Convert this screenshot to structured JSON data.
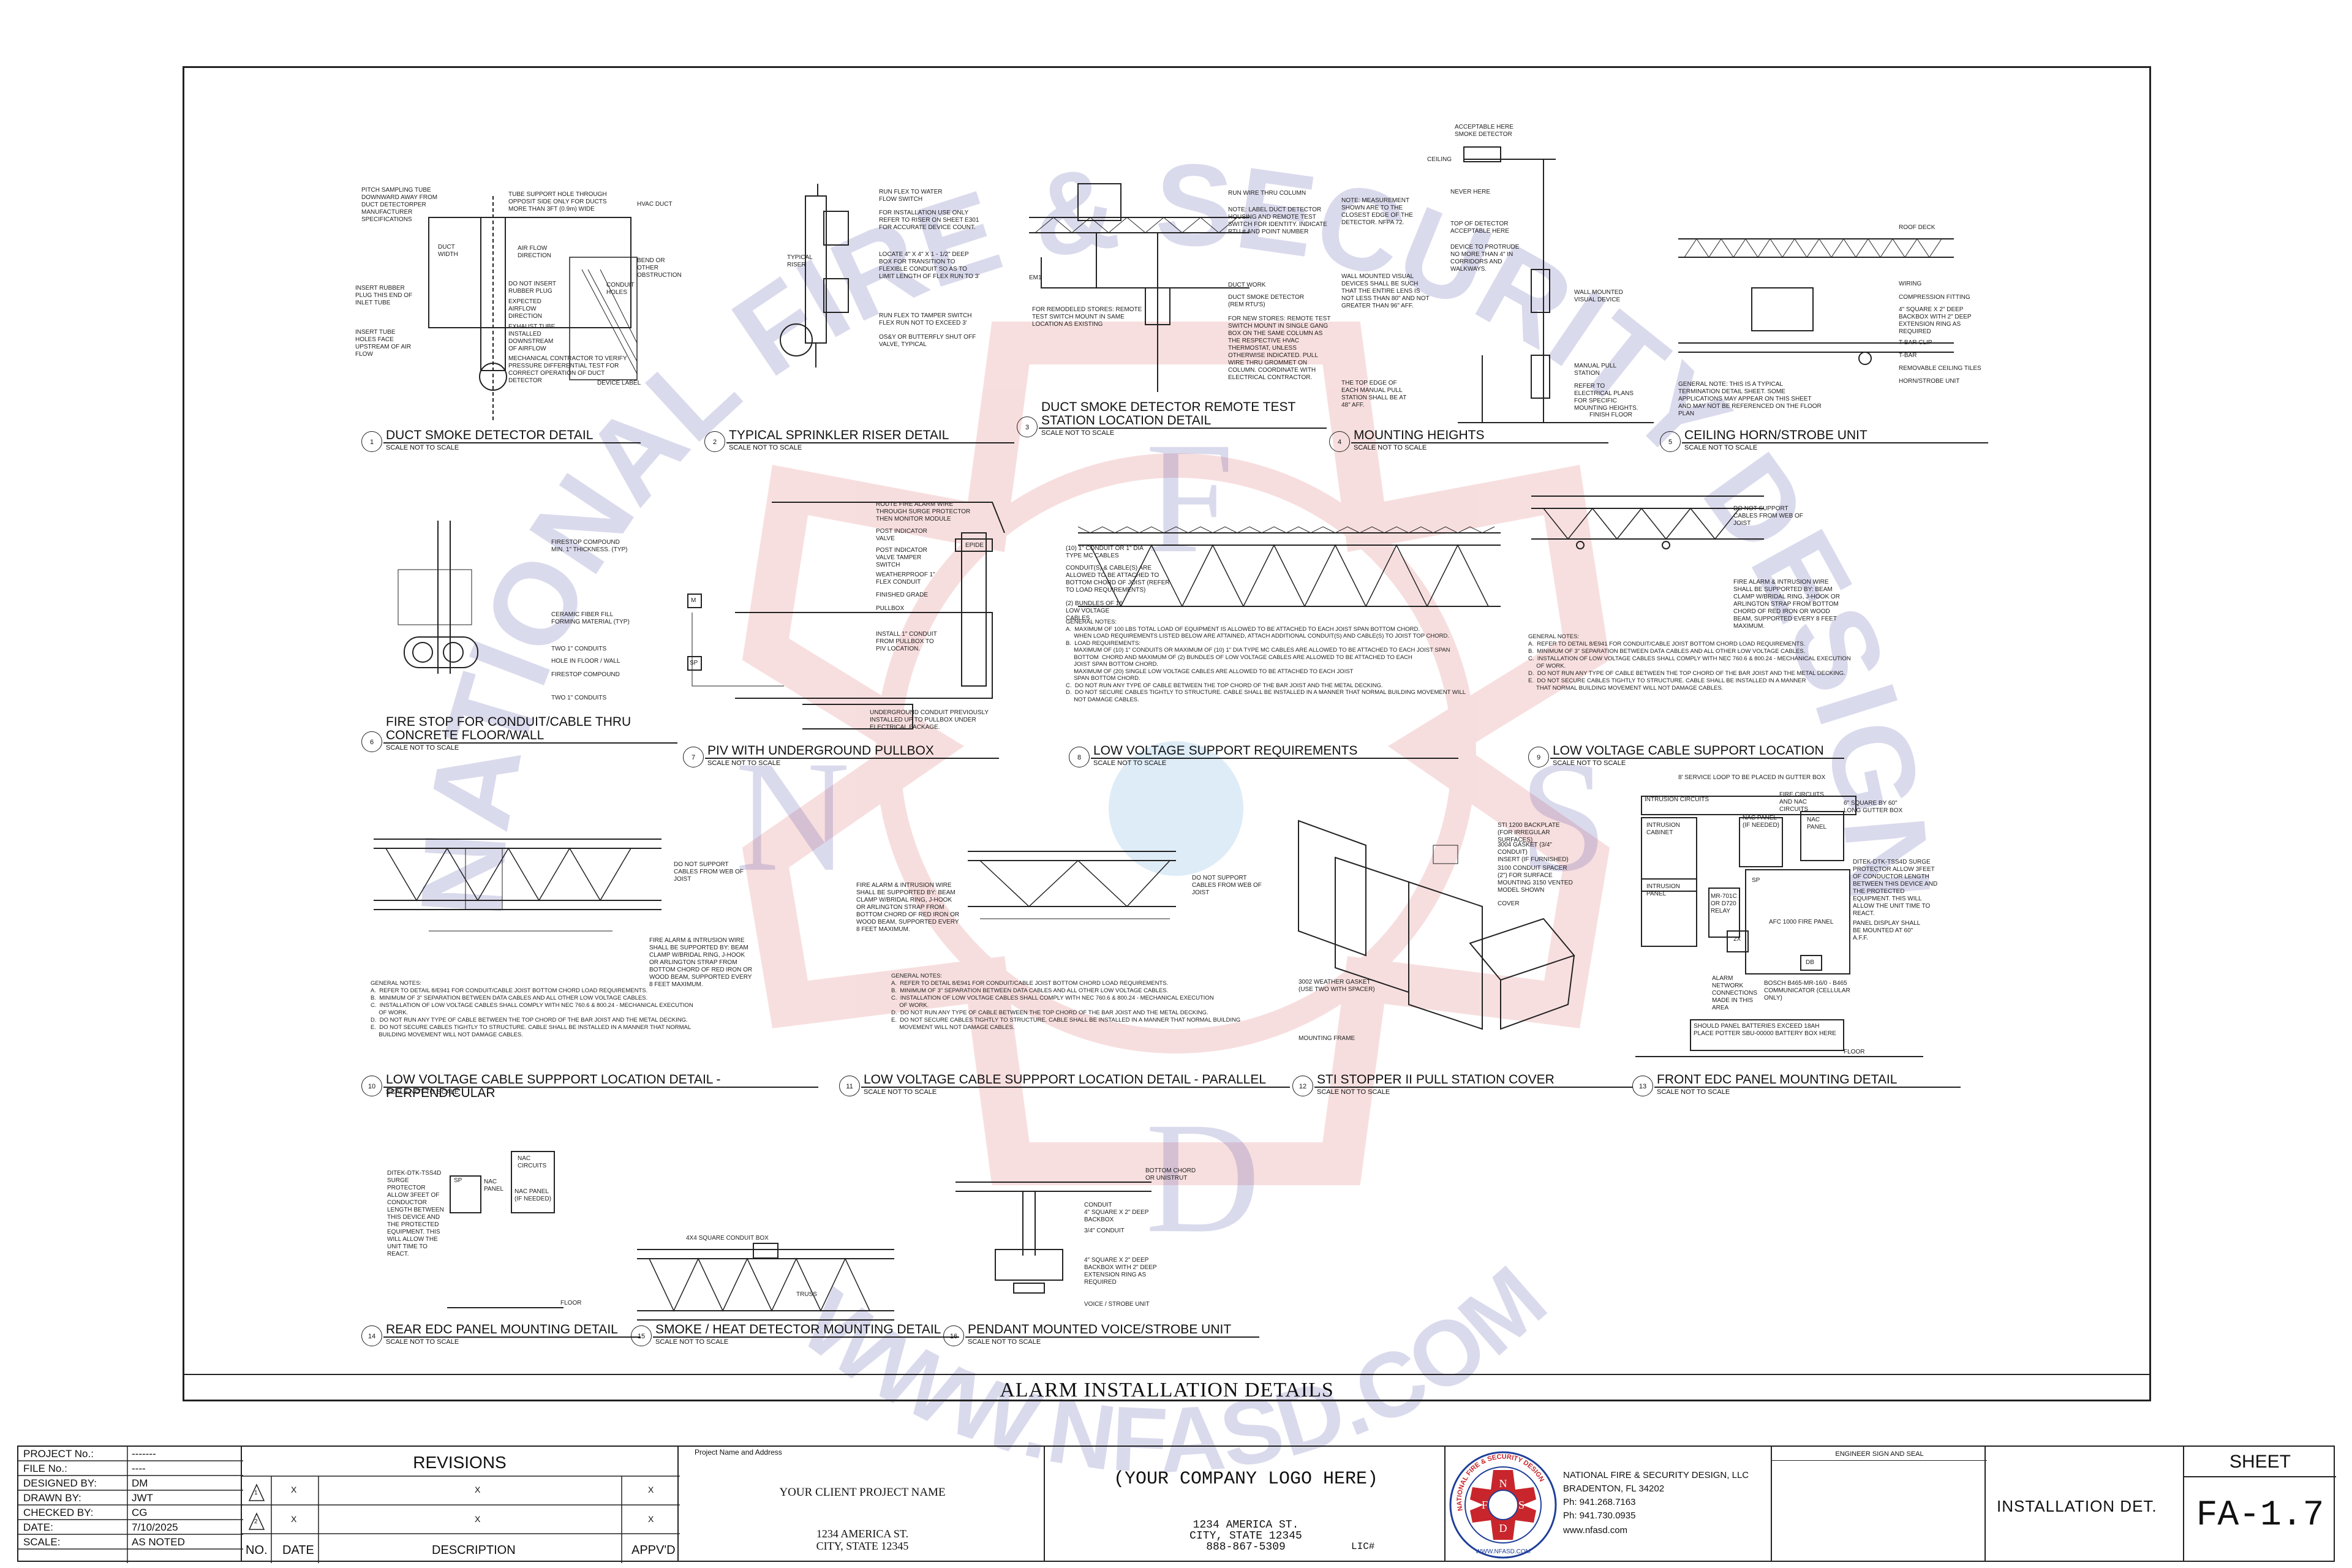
{
  "sheet_title": "ALARM INSTALLATION DETAILS",
  "scale_note": "SCALE NOT TO SCALE",
  "details": [
    {
      "num": "1",
      "title": "DUCT SMOKE DETECTOR DETAIL"
    },
    {
      "num": "2",
      "title": "TYPICAL SPRINKLER RISER DETAIL"
    },
    {
      "num": "3",
      "title": "DUCT SMOKE DETECTOR REMOTE TEST STATION LOCATION DETAIL"
    },
    {
      "num": "4",
      "title": "MOUNTING HEIGHTS"
    },
    {
      "num": "5",
      "title": "CEILING HORN/STROBE UNIT"
    },
    {
      "num": "6",
      "title": "FIRE STOP FOR CONDUIT/CABLE THRU CONCRETE FLOOR/WALL"
    },
    {
      "num": "7",
      "title": "PIV WITH UNDERGROUND PULLBOX"
    },
    {
      "num": "8",
      "title": "LOW VOLTAGE SUPPORT REQUIREMENTS"
    },
    {
      "num": "9",
      "title": "LOW VOLTAGE CABLE SUPPORT LOCATION"
    },
    {
      "num": "10",
      "title": "LOW VOLTAGE CABLE SUPPPORT LOCATION DETAIL - PERPENDICULAR"
    },
    {
      "num": "11",
      "title": "LOW VOLTAGE CABLE SUPPPORT LOCATION DETAIL - PARALLEL"
    },
    {
      "num": "12",
      "title": "STI STOPPER II PULL STATION COVER"
    },
    {
      "num": "13",
      "title": "FRONT EDC PANEL MOUNTING DETAIL"
    },
    {
      "num": "14",
      "title": "REAR EDC PANEL MOUNTING DETAIL"
    },
    {
      "num": "15",
      "title": "SMOKE / HEAT DETECTOR MOUNTING DETAIL"
    },
    {
      "num": "16",
      "title": "PENDANT MOUNTED VOICE/STROBE UNIT"
    }
  ],
  "callouts": {
    "d1": [
      "PITCH SAMPLING TUBE DOWNWARD AWAY FROM DUCT DETECTORPER MANUFACTURER SPECIFICATIONS",
      "TUBE SUPPORT HOLE THROUGH OPPOSIT SIDE ONLY FOR DUCTS MORE THAN 3FT (0.9m) WIDE",
      "HVAC DUCT",
      "AIR FLOW DIRECTION",
      "BEND OR OTHER OBSTRUCTION",
      "DO NOT INSERT RUBBER PLUG",
      "EXPECTED AIRFLOW DIRECTION",
      "EXHAUST TUBE INSTALLED DOWNSTREAM OF AIRFLOW",
      "INSERT RUBBER PLUG THIS END OF INLET TUBE",
      "INSERT TUBE HOLES FACE UPSTREAM OF AIR FLOW",
      "MECHANICAL CONTRACTOR TO VERIFY PRESSURE DIFFERENTIAL TEST FOR CORRECT OPERATION OF DUCT DETECTOR",
      "DEVICE LABEL",
      "DUCT WIDTH",
      "CONDUIT HOLES"
    ],
    "d2": [
      "RUN FLEX TO WATER FLOW SWITCH",
      "FOR INSTALLATION USE ONLY REFER TO RISER ON SHEET E301 FOR ACCURATE DEVICE COUNT.",
      "LOCATE 4\" X 4\" X 1 - 1/2\" DEEP BOX FOR TRANSITION TO FLEXIBLE CONDUIT SO AS TO LIMIT LENGTH OF FLEX RUN TO 3'",
      "RUN FLEX TO TAMPER SWITCH FLEX RUN NOT TO EXCEED 3'",
      "OS&Y OR BUTTERFLY SHUT OFF VALVE, TYPICAL",
      "TYPICAL RISER"
    ],
    "d3": [
      "RUN WIRE THRU COLUMN",
      "NOTE: LABEL DUCT DETECTOR HOUSING AND REMOTE TEST SWITCH FOR IDENTITY. INDICATE RTU # AND POINT NUMBER",
      "DUCT WORK",
      "DUCT SMOKE DETECTOR (REM RTU'S)",
      "FOR NEW STORES: REMOTE TEST SWITCH MOUNT IN SINGLE GANG BOX ON THE SAME COLUMN AS THE RESPECTIVE HVAC THERMOSTAT, UNLESS OTHERWISE INDICATED. PULL WIRE THRU GROMMET ON COLUMN. COORDINATE WITH ELECTRICAL CONTRACTOR.",
      "FOR REMODELED STORES: REMOTE TEST SWITCH MOUNT IN SAME LOCATION AS EXISTING",
      "EM1"
    ],
    "d4": [
      "ACCEPTABLE HERE SMOKE DETECTOR",
      "CEILING",
      "NEVER HERE",
      "NOTE: MEASUREMENT SHOWN ARE TO THE CLOSEST EDGE OF THE DETECTOR. NFPA 72.",
      "TOP OF DETECTOR ACCEPTABLE HERE",
      "DEVICE TO PROTRUDE NO MORE THAN 4\" IN CORRIDORS AND WALKWAYS.",
      "WALL MOUNTED VISUAL DEVICES SHALL BE SUCH THAT THE ENTIRE LENS IS NOT LESS THAN 80\" AND NOT GREATER THAN 96\" AFF.",
      "WALL MOUNTED VISUAL DEVICE",
      "MANUAL PULL STATION",
      "REFER TO ELECTRICAL PLANS FOR SPECIFIC MOUNTING HEIGHTS.",
      "THE TOP EDGE OF EACH MANUAL PULL STATION SHALL BE AT 48\" AFF.",
      "FINISH FLOOR"
    ],
    "d5": [
      "ROOF DECK",
      "WIRING",
      "COMPRESSION FITTING",
      "4\" SQUARE X 2\" DEEP BACKBOX WITH 2\" DEEP EXTENSION RING AS REQUIRED",
      "T-BAR CLIP",
      "T-BAR",
      "REMOVABLE CEILING TILES",
      "HORN/STROBE UNIT",
      "GENERAL NOTE: THIS IS A TYPICAL TERMINATION DETAIL SHEET. SOME APPLICATIONS MAY APPEAR ON THIS SHEET AND MAY NOT BE REFERENCED ON THE FLOOR PLAN"
    ],
    "d6": [
      "FIRESTOP COMPOUND MIN. 1\" THICKNESS. (TYP)",
      "CERAMIC FIBER FILL FORMING MATERIAL (TYP)",
      "TWO 1\" CONDUITS",
      "HOLE IN FLOOR / WALL",
      "FIRESTOP COMPOUND",
      "TWO 1\" CONDUITS"
    ],
    "d7": [
      "ROUTE FIRE ALARM WIRE THROUGH SURGE PROTECTOR THEN MONITOR MODULE",
      "POST INDICATOR VALVE",
      "POST INDICATOR VALVE TAMPER SWITCH",
      "WEATHERPROOF 1\" FLEX CONDUIT",
      "FINISHED GRADE",
      "PULLBOX",
      "INSTALL 1\" CONDUIT FROM PULLBOX TO PIV LOCATION.",
      "UNDERGROUND CONDUIT PREVIOUSLY INSTALLED UP TO PULLBOX UNDER ELECTRICAL PACKAGE.",
      "M",
      "SP",
      "EPIDE"
    ],
    "d8": [
      "(10) 1\" CONDUIT OR 1\" DIA TYPE MC CABLES",
      "CONDUIT(S) & CABLE(S) ARE ALLOWED TO BE ATTACHED TO BOTTOM CHORD OF JOIST (REFER TO LOAD REQUIREMENTS)",
      "(2) BUNDLES OF 16 LOW VOLTAGE CABLES"
    ],
    "d8_notes": "GENERAL NOTES:\nA.  MAXIMUM OF 100 LBS TOTAL LOAD OF EQUIPMENT IS ALLOWED TO BE ATTACHED TO EACH JOIST SPAN BOTTOM CHORD.\n     WHEN LOAD REQUIREMENTS LISTED BELOW ARE ATTAINED, ATTACH ADDITIONAL CONDUIT(S) AND CABLE(S) TO JOIST TOP CHORD.\nB.  LOAD REQUIREMENTS:\n     MAXIMUM OF (10) 1\" CONDUITS OR MAXIMUM OF (10) 1\" DIA TYPE MC CABLES ARE ALLOWED TO BE ATTACHED TO EACH JOIST SPAN\n     BOTTOM  CHORD AND MAXIMUM OF (2) BUNDLES OF LOW VOLTAGE CABLES ARE ALLOWED TO BE ATTACHED TO EACH\n     JOIST SPAN BOTTOM CHORD.\n     MAXIMUM OF (20) SINGLE LOW VOLTAGE CABLES ARE ALLOWED TO BE ATTACHED TO EACH JOIST\n     SPAN BOTTOM CHORD.\nC.  DO NOT RUN ANY TYPE OF CABLE BETWEEN THE TOP CHORD OF THE BAR JOIST AND THE METAL DECKING.\nD.  DO NOT SECURE CABLES TIGHTLY TO STRUCTURE. CABLE SHALL BE INSTALLED IN A MANNER THAT NORMAL BUILDING MOVEMENT WILL\n     NOT DAMAGE CABLES.",
    "d9": [
      "DO NOT SUPPORT CABLES FROM WEB OF JOIST",
      "FIRE ALARM & INTRUSION WIRE SHALL BE SUPPORTED BY: BEAM CLAMP W/BRIDAL RING, J-HOOK OR ARLINGTON STRAP FROM BOTTOM CHORD OF RED IRON OR WOOD BEAM, SUPPORTED EVERY 8 FEET MAXIMUM."
    ],
    "d9_notes": "GENERAL NOTES:\nA.  REFER TO DETAIL 8/E941 FOR CONDUIT/CABLE JOIST BOTTOM CHORD LOAD REQUIREMENTS.\nB.  MINIMUM OF 3\" SEPARATION BETWEEN DATA CABLES AND ALL OTHER LOW VOLTAGE CABLES.\nC.  INSTALLATION OF LOW VOLTAGE CABLES SHALL COMPLY WITH NEC 760.6 & 800.24 - MECHANICAL EXECUTION\n     OF WORK.\nD.  DO NOT RUN ANY TYPE OF CABLE BETWEEN THE TOP CHORD OF THE BAR JOIST AND THE METAL DECKING.\nE.  DO NOT SECURE CABLES TIGHTLY TO STRUCTURE. CABLE SHALL BE INSTALLED IN A MANNER\n     THAT NORMAL BUILDING MOVEMENT WILL NOT DAMAGE CABLES.",
    "d10": [
      "DO NOT SUPPORT CABLES FROM WEB OF JOIST",
      "FIRE ALARM & INTRUSION WIRE SHALL BE SUPPORTED BY: BEAM CLAMP W/BRIDAL RING, J-HOOK OR ARLINGTON STRAP FROM BOTTOM CHORD OF RED IRON OR WOOD BEAM, SUPPORTED EVERY 8 FEET MAXIMUM."
    ],
    "d10_notes": "GENERAL NOTES:\nA.  REFER TO DETAIL 8/E941 FOR CONDUIT/CABLE JOIST BOTTOM CHORD LOAD REQUIREMENTS.\nB.  MINIMUM OF 3\" SEPARATION BETWEEN DATA CABLES AND ALL OTHER LOW VOLTAGE CABLES.\nC.  INSTALLATION OF LOW VOLTAGE CABLES SHALL COMPLY WITH NEC 760.6 & 800.24 - MECHANICAL EXECUTION\n     OF WORK.\nD.  DO NOT RUN ANY TYPE OF CABLE BETWEEN THE TOP CHORD OF THE BAR JOIST AND THE METAL DECKING.\nE.  DO NOT SECURE CABLES TIGHTLY TO STRUCTURE. CABLE SHALL BE INSTALLED IN A MANNER THAT NORMAL\n     BUILDING MOVEMENT WILL NOT DAMAGE CABLES.",
    "d11": [
      "FIRE ALARM & INTRUSION WIRE SHALL BE SUPPORTED BY: BEAM CLAMP W/BRIDAL RING, J-HOOK OR ARLINGTON STRAP FROM BOTTOM CHORD OF RED IRON OR WOOD BEAM, SUPPORTED EVERY 8 FEET MAXIMUM.",
      "DO NOT SUPPORT CABLES FROM WEB OF JOIST"
    ],
    "d11_notes": "GENERAL NOTES:\nA.  REFER TO DETAIL 8/E941 FOR CONDUIT/CABLE JOIST BOTTOM CHORD LOAD REQUIREMENTS.\nB.  MINIMUM OF 3\" SEPARATION BETWEEN DATA CABLES AND ALL OTHER LOW VOLTAGE CABLES.\nC.  INSTALLATION OF LOW VOLTAGE CABLES SHALL COMPLY WITH NEC 760.6 & 800.24 - MECHANICAL EXECUTION\n     OF WORK.\nD.  DO NOT RUN ANY TYPE OF CABLE BETWEEN THE TOP CHORD OF THE BAR JOIST AND THE METAL DECKING.\nE.  DO NOT SECURE CABLES TIGHTLY TO STRUCTURE. CABLE SHALL BE INSTALLED IN A MANNER THAT NORMAL BUILDING\n     MOVEMENT WILL NOT DAMAGE CABLES.",
    "d12": [
      "STI 1200 BACKPLATE (FOR IRREGULAR SURFACES)",
      "3004 GASKET (3/4\" CONDUIT)",
      "INSERT (IF FURNISHED)",
      "3100 CONDUIT SPACER (2\") FOR SURFACE MOUNTING 3150 VENTED MODEL SHOWN",
      "COVER",
      "3002 WEATHER GASKET (USE TWO WITH SPACER)",
      "MOUNTING FRAME"
    ],
    "d13": [
      "8' SERVICE LOOP TO BE PLACED IN GUTTER BOX",
      "INTRUSION CIRCUITS",
      "FIRE CIRCUITS AND NAC CIRCUITS",
      "6\" SQUARE BY 60\" LONG GUTTER BOX",
      "INTRUSION CABINET",
      "NAC PANEL (IF NEEDED)",
      "NAC PANEL",
      "INTRUSION PANEL",
      "SP",
      "DITEK-DTK-TSS4D SURGE PROTECTOR ALLOW 3FEET OF CONDUCTOR LENGTH BETWEEN THIS DEVICE AND THE PROTECTED EQUIPMENT. THIS WILL ALLOW THE UNIT TIME TO REACT.",
      "MR-701C OR D720 RELAY",
      "AFC 1000 FIRE PANEL",
      "PANEL DISPLAY SHALL BE MOUNTED AT 60\" A.F.F.",
      "DB",
      "2X",
      "ALARM NETWORK CONNECTIONS MADE IN THIS AREA",
      "BOSCH B465-MR-16/0 - B465 COMMUNICATOR (CELLULAR ONLY)",
      "SHOULD PANEL BATTERIES EXCEED 18AH PLACE POTTER SBU-00000 BATTERY BOX HERE",
      "FLOOR"
    ],
    "d14": [
      "DITEK-DTK-TSS4D SURGE PROTECTOR ALLOW 3FEET OF CONDUCTOR LENGTH BETWEEN THIS DEVICE AND THE PROTECTED EQUIPMENT. THIS WILL ALLOW THE UNIT TIME TO REACT.",
      "SP",
      "NAC PANEL",
      "NAC CIRCUITS",
      "NAC PANEL (IF NEEDED)",
      "FLOOR"
    ],
    "d15": [
      "4X4 SQUARE CONDUIT BOX",
      "TRUSS"
    ],
    "d16": [
      "BOTTOM CHORD OR UNISTRUT",
      "CONDUIT",
      "4\" SQUARE X 2\" DEEP BACKBOX",
      "3/4\" CONDUIT",
      "4\" SQUARE X 2\" DEEP BACKBOX WITH 2\" DEEP EXTENSION RING AS REQUIRED",
      "VOICE / STROBE UNIT"
    ]
  },
  "title_block": {
    "project_no_label": "PROJECT No.:",
    "project_no": "-------",
    "file_no_label": "FILE No.:",
    "file_no": "----",
    "designed_by_label": "DESIGNED BY:",
    "designed_by": "DM",
    "drawn_by_label": "DRAWN BY:",
    "drawn_by": "JWT",
    "checked_by_label": "CHECKED BY:",
    "checked_by": "CG",
    "date_label": "DATE:",
    "date": "7/10/2025",
    "scale_label": "SCALE:",
    "scale": "AS NOTED",
    "revisions_title": "REVISIONS",
    "rev_x": "X",
    "rev_no": "1",
    "rev_no2": "2",
    "col_no": "NO.",
    "col_date": "DATE",
    "col_desc": "DESCRIPTION",
    "col_appvd": "APPV'D",
    "project_name_label": "Project Name and Address",
    "client_project_name": "YOUR CLIENT PROJECT NAME",
    "client_address1": "1234 AMERICA ST.",
    "client_address2": "CITY, STATE 12345",
    "company_logo": "(YOUR COMPANY LOGO HERE)",
    "company_address1": "1234 AMERICA ST.",
    "company_address2": "CITY, STATE 12345",
    "company_phone": "888-867-5309",
    "lic": "LIC#",
    "firm_name": "NATIONAL FIRE & SECURITY DESIGN, LLC",
    "firm_city": "BRADENTON, FL 34202",
    "firm_ph": "Ph: 941.268.7163",
    "firm_ph2": "Ph: 941.730.0935",
    "firm_web": "www.nfasd.com",
    "seal_label": "ENGINEER SIGN AND SEAL",
    "sheet_name": "INSTALLATION DET.",
    "sheet_label": "SHEET",
    "sheet_number": "FA-1.7"
  },
  "logo": {
    "ring_text": "NATIONAL FIRE & SECURITY DESIGN",
    "letters": [
      "N",
      "F",
      "S",
      "D"
    ],
    "web": "WWW.NFASD.COM"
  },
  "watermark": {
    "arc_text": "NATIONAL FIRE & SECURITY DESIGN",
    "letters": [
      "F",
      "N",
      "S",
      "D"
    ],
    "web": "WWW.NFASD.COM"
  },
  "colors": {
    "line": "#222222",
    "watermark_blue": "#3a3aa0",
    "watermark_red": "#d23b3b",
    "logo_blue": "#1f3f9a",
    "logo_red": "#c8262c"
  }
}
